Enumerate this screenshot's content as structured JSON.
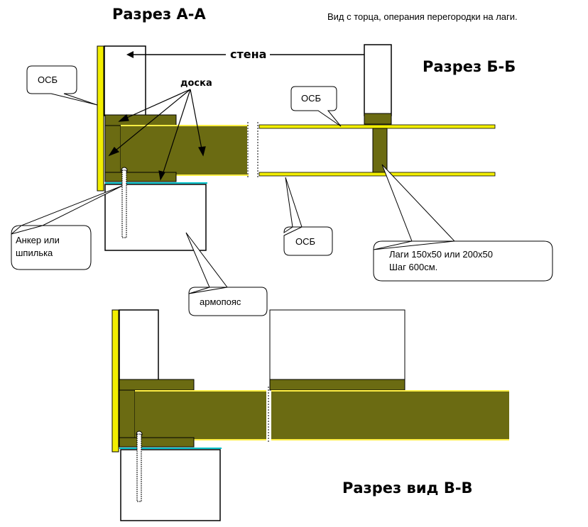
{
  "titles": {
    "section_aa": "Разрез А-А",
    "section_bb": "Разрез Б-Б",
    "section_vv": "Разрез вид В-В"
  },
  "note": "Вид с торца, операния перегородки на лаги.",
  "labels": {
    "wall": "стена",
    "board": "доска",
    "osb_top_left": "ОСБ",
    "osb_top_right": "ОСБ",
    "osb_bottom": "ОСБ",
    "anchor_line1": "Анкер или",
    "anchor_line2": "шпилька",
    "armopoyas": "армопояс",
    "joists_line1": "Лаги 150х50 или 200х50",
    "joists_line2": "Шаг 600см."
  },
  "colors": {
    "beam": "#6b6b12",
    "osb_yellow": "#f2ee00",
    "cyan": "#00c0c8",
    "outline": "#000000"
  }
}
